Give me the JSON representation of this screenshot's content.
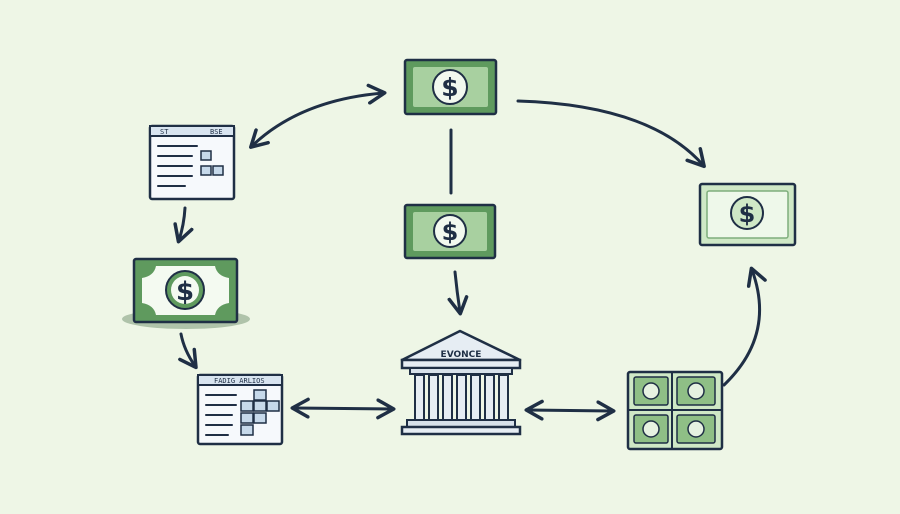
{
  "colors": {
    "background": "#eef6e6",
    "outline": "#1f2f45",
    "money_dark": "#5f9a5e",
    "money_light": "#cfe8c6",
    "money_face": "#f2f9ef",
    "doc_header": "#d8e4f0",
    "doc_cell": "#c6d9ea",
    "bank_fill": "#e6edf3"
  },
  "bank": {
    "sign": "EVONCE"
  },
  "documents": [
    {
      "header_left": "ST",
      "header_right": "BSE"
    },
    {
      "header_left": "FADIG ARLIOS",
      "header_right": ""
    }
  ],
  "icons": {
    "currency_symbol": "$"
  }
}
